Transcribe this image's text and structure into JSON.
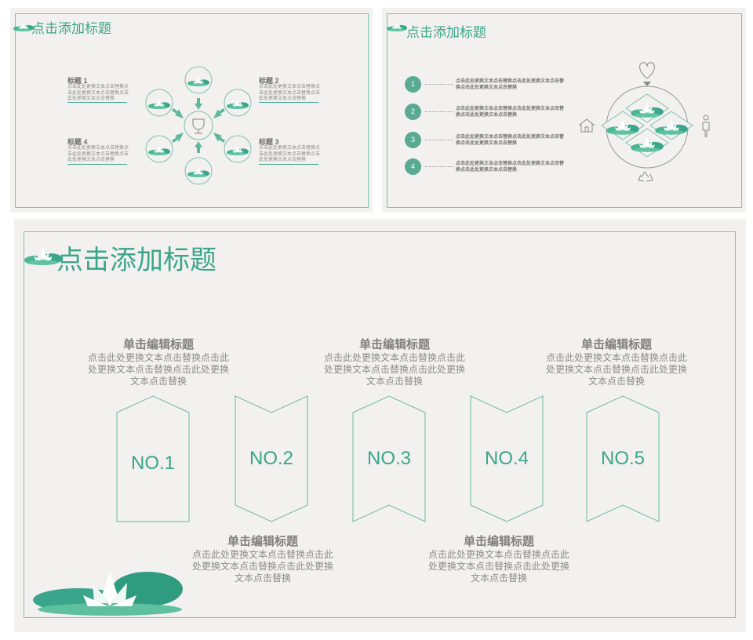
{
  "slide1": {
    "title": "点击添加标题",
    "items": [
      {
        "heading": "标题 1",
        "body": "点击此处更换文本点击替换点击此处更换文本点击替换点击此处更换文本点击替换"
      },
      {
        "heading": "标题 2",
        "body": "点击此处更换文本点击替换点击此处更换文本点击替换点击此处更换文本点击替换"
      },
      {
        "heading": "标题 3",
        "body": "点击此处更换文本点击替换点击此处更换文本点击替换点击此处更换文本点击替换"
      },
      {
        "heading": "标题 4",
        "body": "点击此处更换文本点击替换点击此处更换文本点击替换点击此处更换文本点击替换"
      }
    ],
    "center_icon": "trophy-icon"
  },
  "slide2": {
    "title": "点击添加标题",
    "steps": [
      {
        "num": "1",
        "text": "点击此处更换文本点击替换点击此处更换文本点击替换点击此处更换文本点击替换"
      },
      {
        "num": "2",
        "text": "点击此处更换文本点击替换点击此处更换文本点击替换点击此处更换文本点击替换"
      },
      {
        "num": "3",
        "text": "点击此处更换文本点击替换点击此处更换文本点击替换点击此处更换文本点击替换"
      },
      {
        "num": "4",
        "text": "点击此处更换文本点击替换点击此处更换文本点击替换点击此处更换文本点击替换"
      }
    ],
    "icons": [
      "heart-icon",
      "home-icon",
      "person-icon",
      "recycle-icon"
    ]
  },
  "slide3": {
    "title": "点击添加标题",
    "numbers": [
      "NO.1",
      "NO.2",
      "NO.3",
      "NO.4",
      "NO.5"
    ],
    "top_blocks": [
      {
        "heading": "单击编辑标题",
        "body": "点击此处更换文本点击替换点击此处更换文本点击替换点击此处更换文本点击替换"
      },
      {
        "heading": "单击编辑标题",
        "body": "点击此处更换文本点击替换点击此处更换文本点击替换点击此处更换文本点击替换"
      },
      {
        "heading": "单击编辑标题",
        "body": "点击此处更换文本点击替换点击此处更换文本点击替换点击此处更换文本点击替换"
      }
    ],
    "bottom_blocks": [
      {
        "heading": "单击编辑标题",
        "body": "点击此处更换文本点击替换点击此处更换文本点击替换点击此处更换文本点击替换"
      },
      {
        "heading": "单击编辑标题",
        "body": "点击此处更换文本点击替换点击此处更换文本点击替换点击此处更换文本点击替换"
      }
    ]
  },
  "colors": {
    "accent": "#3aa58a",
    "frame": "#7fbfaa",
    "paper": "#f2f1ef",
    "text_gray": "#8c8c8c"
  }
}
